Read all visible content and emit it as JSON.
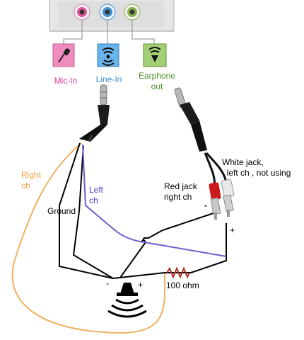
{
  "ports": [
    {
      "label": "Mic-In",
      "color": "#e0569b",
      "ring": "#d6a2bf"
    },
    {
      "label": "Line-In",
      "color": "#3f8fd2",
      "ring": "#78b0dc"
    },
    {
      "label": "Earphone out",
      "color": "#5a8a2a",
      "ring": "#a3c47e"
    }
  ],
  "labels": {
    "right_ch": "Right\nch",
    "left_ch": "Left\nch",
    "ground": "Ground",
    "red_jack": "Red jack\nright ch",
    "white_jack": "White jack,\n  left ch , not using",
    "minus_rca": "-",
    "plus_rca": "+",
    "minus_spk": "-",
    "plus_spk": "+",
    "resistor": "100 ohm"
  },
  "colors": {
    "right_wire": "#f0b060",
    "left_wire": "#6a5fd0",
    "ground_wire": "#000000",
    "resistor": "#b03020",
    "red_plug": "#cc1a1a",
    "white_plug": "#e8e8e8"
  },
  "icons": [
    "mic-icon",
    "line-in-icon",
    "earphone-icon",
    "speaker-icon",
    "resistor-icon"
  ]
}
